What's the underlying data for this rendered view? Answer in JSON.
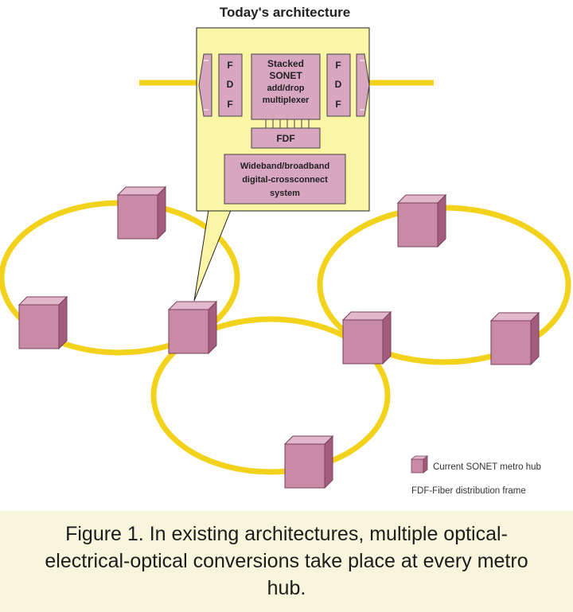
{
  "title": "Today's architecture",
  "callout": {
    "left_fdf_letters": [
      "F",
      "D",
      "F"
    ],
    "right_fdf_letters": [
      "F",
      "D",
      "F"
    ],
    "adm_lines": [
      "Stacked",
      "SONET",
      "add/drop",
      "multiplexer"
    ],
    "center_fdf": "FDF",
    "dcs_lines": [
      "Wideband/broadband",
      "digital-crossconnect",
      "system"
    ]
  },
  "legend": {
    "hub_label": "Current SONET metro hub",
    "fdf_definition": "FDF-Fiber distribution frame"
  },
  "caption": "Figure 1. In existing architectures, multiple optical-electrical-optical conversions take place at every metro hub.",
  "colors": {
    "ring": "#f2d21a",
    "hub_front": "#c98aa6",
    "hub_side": "#a35c7e",
    "hub_top": "#e2b9cb",
    "callout_bg": "#fbf5a6",
    "module_fill": "#d8a6bf",
    "caption_bg": "#f7f5db"
  }
}
